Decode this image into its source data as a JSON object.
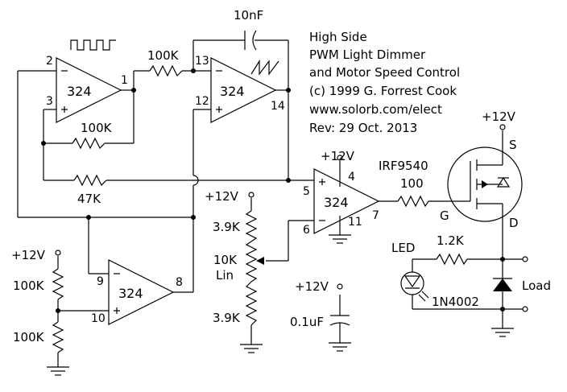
{
  "title_block": {
    "line1": "High Side",
    "line2": "PWM Light Dimmer",
    "line3": "and Motor Speed Control",
    "line4": "(c) 1999 G. Forrest Cook",
    "line5": "www.solorb.com/elect",
    "line6": "Rev: 29 Oct. 2013"
  },
  "opamp_chip_label": "324",
  "opamp1": {
    "pin_inv": "2",
    "pin_noninv": "3",
    "pin_out": "1"
  },
  "opamp2": {
    "pin_inv": "13",
    "pin_noninv": "12",
    "pin_out": "14"
  },
  "opamp3": {
    "pin_noninv": "5",
    "pin_inv": "6",
    "pin_out": "7",
    "pin_vcc": "4",
    "pin_gnd": "11"
  },
  "opamp4": {
    "pin_inv": "9",
    "pin_noninv": "10",
    "pin_out": "8"
  },
  "components": {
    "r_input": "100K",
    "c_integrator": "10nF",
    "r_feedback": "100K",
    "r_47k": "47K",
    "r_div_top": "100K",
    "r_div_bottom": "100K",
    "r_pot_top": "3.9K",
    "pot_value": "10K",
    "pot_type": "Lin",
    "r_pot_bottom": "3.9K",
    "c_bypass": "0.1uF",
    "r_gate": "100",
    "r_led": "1.2K",
    "mosfet": "IRF9540",
    "diode": "1N4002",
    "led": "LED",
    "load": "Load"
  },
  "mosfet_pins": {
    "source": "S",
    "gate": "G",
    "drain": "D"
  },
  "supply_label": "+12V"
}
